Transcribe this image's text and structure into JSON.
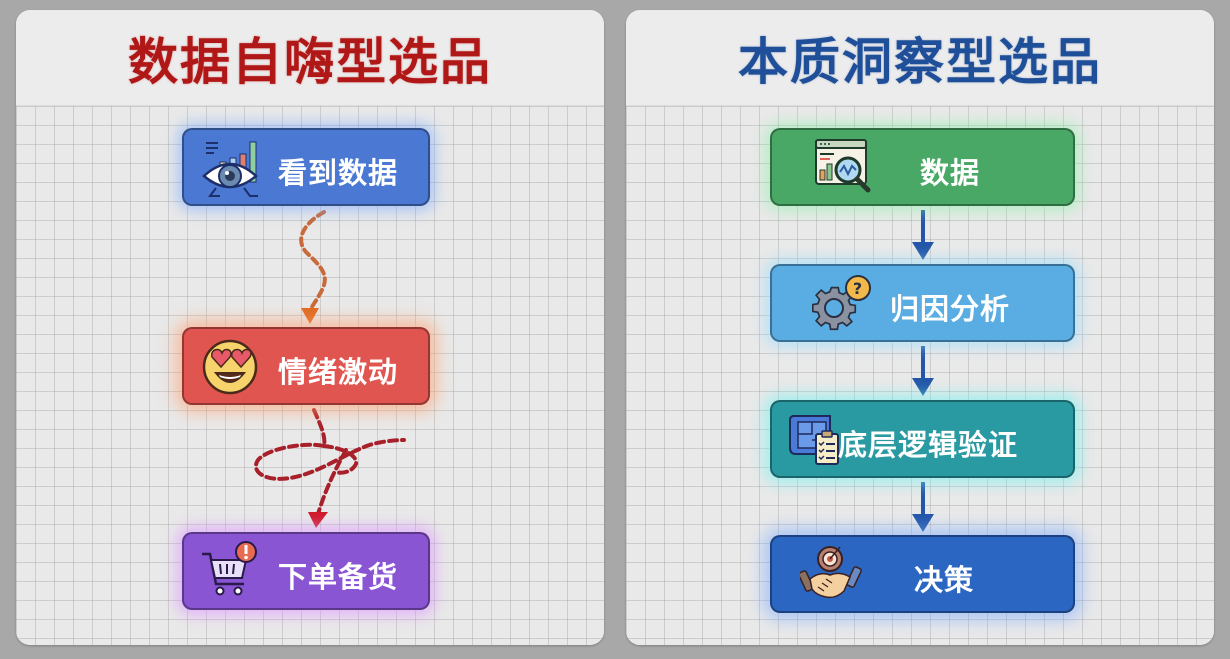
{
  "left_panel": {
    "title": "数据自嗨型选品",
    "title_color": "#b01818",
    "steps": [
      {
        "label": "看到数据",
        "icon": "eye-chart-icon",
        "color": "#4a78d2"
      },
      {
        "label": "情绪激动",
        "icon": "heart-eyes-emoji-icon",
        "color": "#e0554f"
      },
      {
        "label": "下单备货",
        "icon": "shopping-cart-alert-icon",
        "color": "#8a55d3"
      }
    ],
    "connectors": [
      {
        "style": "dashed-wavy",
        "color": "#e07a30"
      },
      {
        "style": "dashed-loop",
        "color": "#b02530"
      }
    ]
  },
  "right_panel": {
    "title": "本质洞察型选品",
    "title_color": "#1f4f98",
    "steps": [
      {
        "label": "数据",
        "icon": "data-magnifier-icon",
        "color": "#4aa866"
      },
      {
        "label": "归因分析",
        "icon": "gear-question-icon",
        "color": "#5aade2"
      },
      {
        "label": "底层逻辑验证",
        "icon": "blueprint-checklist-icon",
        "color": "#2a9aa2"
      },
      {
        "label": "决策",
        "icon": "handshake-target-icon",
        "color": "#2a66c2"
      }
    ],
    "connectors": [
      {
        "style": "solid-arrow",
        "color": "#2356a8"
      },
      {
        "style": "solid-arrow",
        "color": "#2356a8"
      },
      {
        "style": "solid-arrow",
        "color": "#2356a8"
      }
    ]
  }
}
